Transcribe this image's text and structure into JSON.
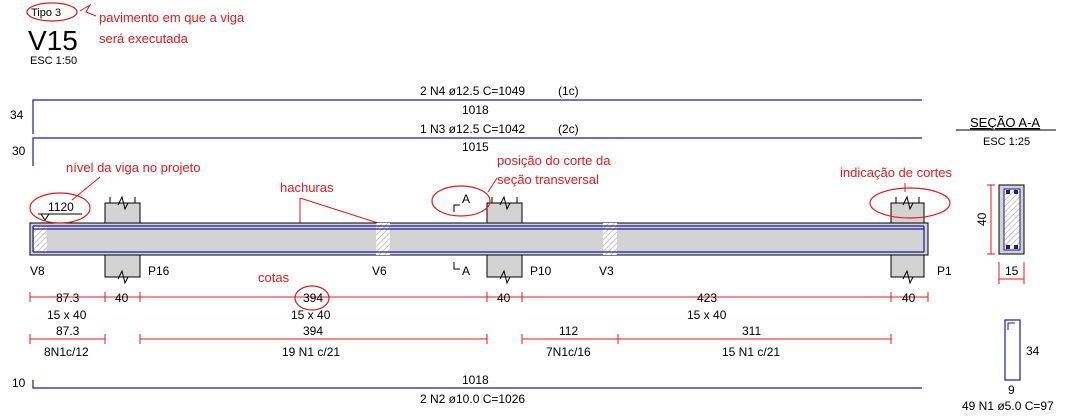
{
  "header": {
    "floor": "Tipo 3",
    "beam": "V15",
    "scale": "ESC 1:50"
  },
  "annotations": {
    "floor_note_line1": "pavimento em que a viga",
    "floor_note_line2": "será executada",
    "level_note": "nível da viga no projeto",
    "hatch_note": "hachuras",
    "section_note_line1": "posição do corte da",
    "section_note_line2": "seção transversal",
    "cuts_note": "indicação de cortes",
    "dims_note": "cotas"
  },
  "top_bars": [
    {
      "label": "2 N4 ø12.5 C=1049",
      "group": "(1c)",
      "hook": "34",
      "length": "1018"
    },
    {
      "label": "1 N3 ø12.5 C=1042",
      "group": "(2c)",
      "hook": "30",
      "length": "1015"
    }
  ],
  "beam": {
    "level": "1120",
    "section_mark": "A",
    "supports_below": [
      "V8",
      "P16",
      "V6",
      "A",
      "P10",
      "V3",
      "P1"
    ]
  },
  "dims": {
    "row1": [
      "87.3",
      "40",
      "394",
      "40",
      "423",
      "40"
    ],
    "row1_sections": [
      "15 x 40",
      "15 x 40",
      "15 x 40"
    ],
    "row2": [
      "87.3",
      "394",
      "112",
      "311"
    ],
    "stirrups": [
      "8N1c/12",
      "19 N1 c/21",
      "7N1c/16",
      "15 N1 c/21"
    ]
  },
  "bottom_bar": {
    "hook": "10",
    "length": "1018",
    "label": "2 N2 ø10.0 C=1026"
  },
  "section": {
    "title": "SEÇÃO A-A",
    "scale": "ESC 1:25",
    "height": "40",
    "width": "15"
  },
  "stirrup_detail": {
    "height": "34",
    "width": "9",
    "label": "49 N1 ø5.0 C=97"
  },
  "colors": {
    "bars": "#1a1aa8",
    "annotation": "#e8191e",
    "concrete": "#d3d3d3"
  }
}
